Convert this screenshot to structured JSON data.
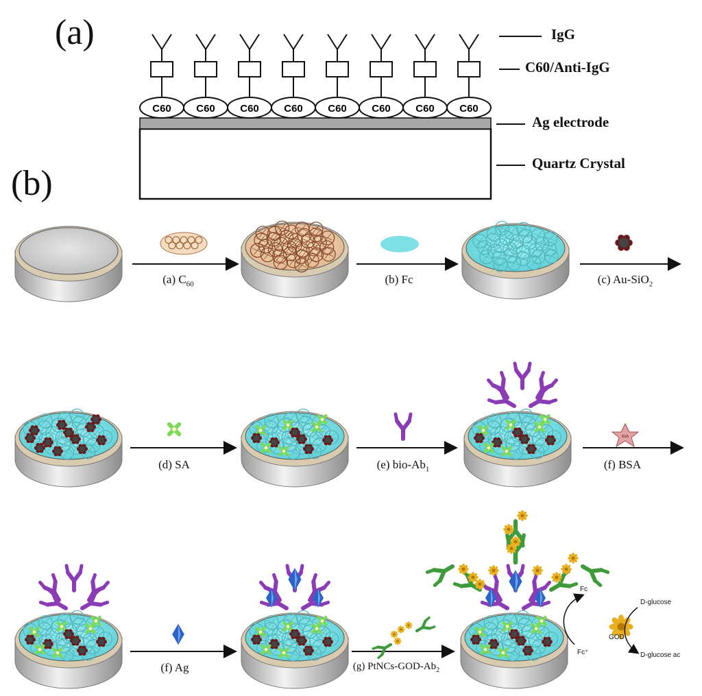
{
  "panel_a": {
    "letter": "(a)",
    "layers": {
      "igg": "IgG",
      "c60_anti_igg": "C60/Anti-IgG",
      "ag_electrode": "Ag electrode",
      "quartz": "Quartz Crystal"
    },
    "c60_label": "C60",
    "c60_count": 8
  },
  "panel_b": {
    "letter": "(b)",
    "steps": [
      {
        "prefix": "(a) C",
        "sub": "60",
        "suffix": ""
      },
      {
        "prefix": "(b) Fc",
        "sub": "",
        "suffix": ""
      },
      {
        "prefix": "(c) Au-SiO",
        "sub": "2",
        "suffix": ""
      },
      {
        "prefix": "(d) SA",
        "sub": "",
        "suffix": ""
      },
      {
        "prefix": "(e)  bio-Ab",
        "sub": "1",
        "suffix": ""
      },
      {
        "prefix": "(f) BSA",
        "sub": "",
        "suffix": ""
      },
      {
        "prefix": "(f) Ag",
        "sub": "",
        "suffix": ""
      },
      {
        "prefix": "(g) PtNCs-GOD-Ab",
        "sub": "2",
        "suffix": ""
      }
    ],
    "bsa_tag": "BSA",
    "cycle": {
      "fc": "Fc",
      "fc_plus": "Fc⁺",
      "enzyme": "GOD",
      "substrate": "D-glucose",
      "product": "D-glucose ac"
    }
  },
  "colors": {
    "cyan": "#7fe0e6",
    "maroon": "#6a1a1a",
    "purple": "#8a3bb5",
    "green_ab": "#3e9a3a",
    "blue_ag": "#2b63c8",
    "gold": "#e8b020",
    "sa_green": "#7ed957"
  }
}
